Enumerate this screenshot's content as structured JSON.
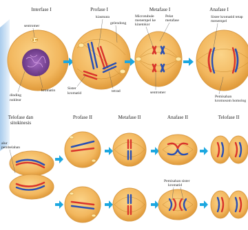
{
  "stages_top": [
    "Interfase I",
    "Profase I",
    "Metafase I",
    "Anafase I"
  ],
  "stages_bottom": [
    "Telofase dan",
    "sitokinesis",
    "Profase II",
    "Metafase II",
    "Anafase II",
    "Telofase II"
  ],
  "labels": {
    "sentromer_top": "sentromer",
    "dinding_nuklear_1": "dinding",
    "dinding_nuklear_2": "nuklear",
    "kromatin": "kromatin",
    "kiasmata": "kiasmata",
    "gelendong": "gelendong",
    "sister_kromatid_1": "Sister",
    "sister_kromatid_2": "kromatid",
    "tetrad": "tetrad",
    "microtubule_1": "Microtubule",
    "microtubule_2": "menempel ke",
    "microtubule_3": "kinetokor",
    "pelat_metafase_1": "Pelat",
    "pelat_metafase_2": "metafase",
    "sentromer_mid": "sentromer",
    "sister_tetap_1": "Sister kromatid tetap",
    "sister_tetap_2": "menempel",
    "pemisahan_homolog_1": "Pemisahan",
    "pemisahan_homolog_2": "kromosom homolog",
    "alur_1": "alur",
    "alur_2": "pembelahan",
    "pemisahan_sister_1": "Pemisahan sister",
    "pemisahan_sister_2": "kromatid"
  },
  "colors": {
    "cell_fill": "#f2b75e",
    "cell_edge": "#e4a84a",
    "arrow": "#1ca7e0",
    "nucleus": "#6f3a8c",
    "chrom_red": "#d9342b",
    "chrom_blue": "#2a4fb3",
    "spindle": "#d08a2e",
    "left_band": "#bcd6ee"
  },
  "icons": {
    "arrow": "right-arrow-icon"
  }
}
